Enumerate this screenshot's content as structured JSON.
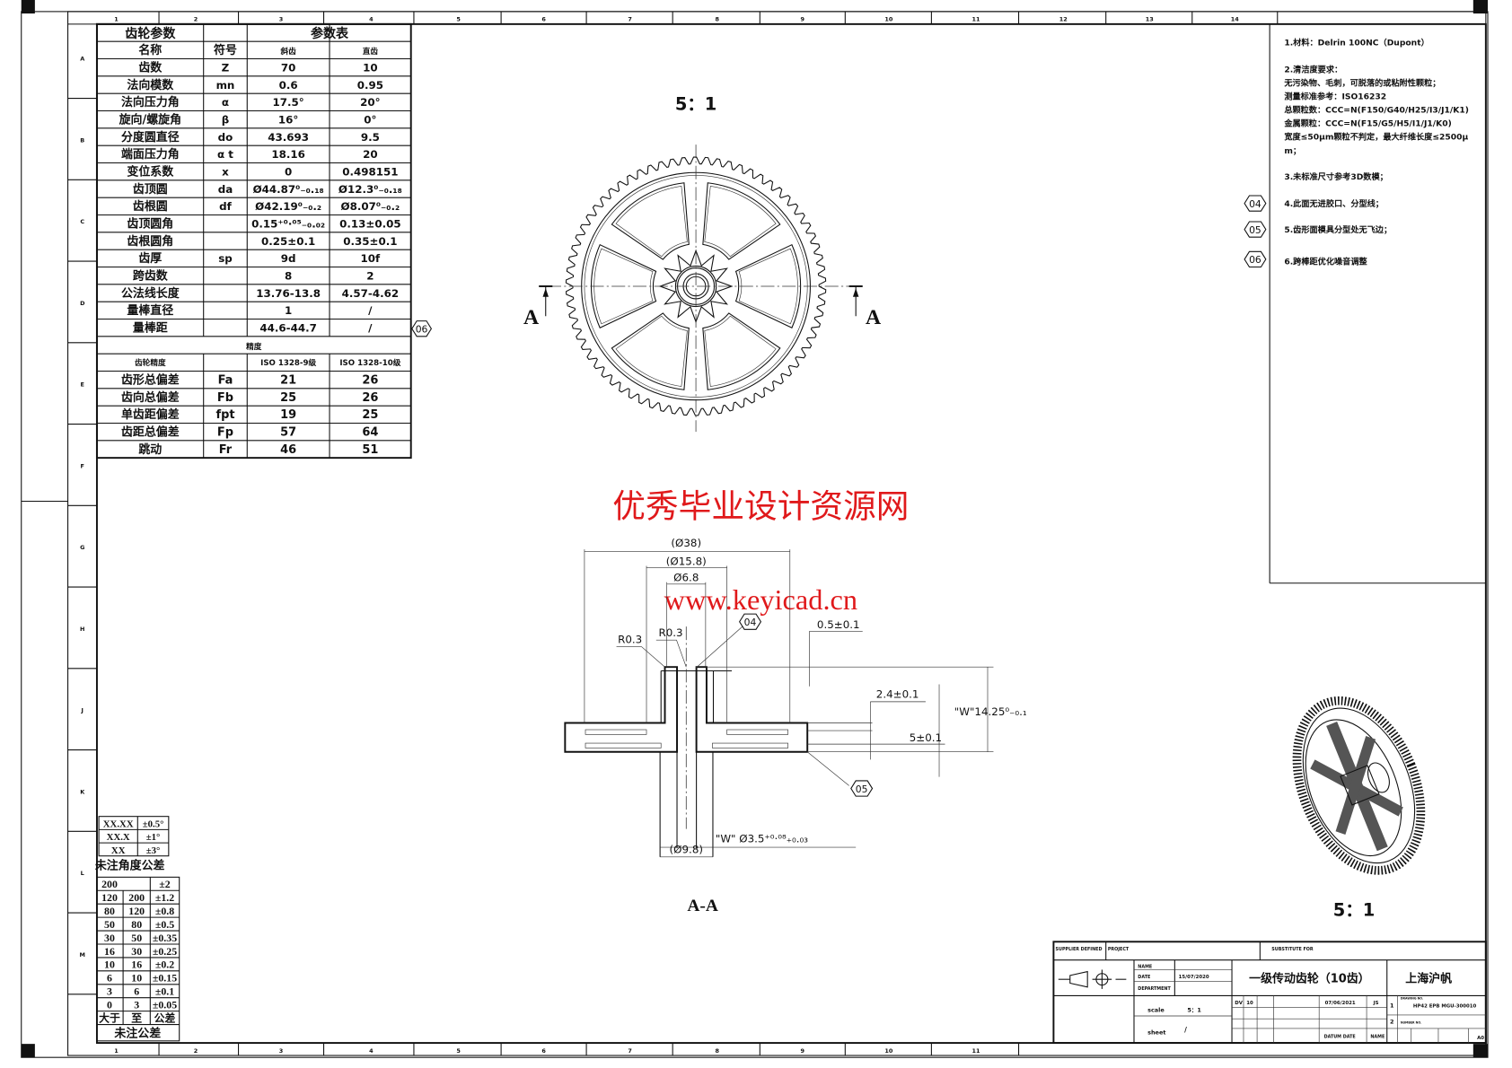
{
  "zones": {
    "columns": [
      "1",
      "2",
      "3",
      "4",
      "5",
      "6",
      "7",
      "8",
      "9",
      "10",
      "11",
      "12",
      "13",
      "14"
    ],
    "bottom_columns": [
      "1",
      "2",
      "3",
      "4",
      "5",
      "6",
      "7",
      "8",
      "9",
      "10",
      "11"
    ],
    "rows": [
      "A",
      "B",
      "C",
      "D",
      "E",
      "F",
      "G",
      "H",
      "J",
      "K",
      "L",
      "M"
    ]
  },
  "gear_table": {
    "title": "齿轮参数",
    "param_header": "参数表",
    "columns": [
      "名称",
      "符号",
      "斜齿",
      "直齿"
    ],
    "rows": [
      [
        "齿数",
        "Z",
        "70",
        "10"
      ],
      [
        "法向模数",
        "mn",
        "0.6",
        "0.95"
      ],
      [
        "法向压力角",
        "α",
        "17.5°",
        "20°"
      ],
      [
        "旋向/螺旋角",
        "β",
        "16°",
        "0°"
      ],
      [
        "分度圆直径",
        "do",
        "43.693",
        "9.5"
      ],
      [
        "端面压力角",
        "α t",
        "18.16",
        "20"
      ],
      [
        "变位系数",
        "x",
        "0",
        "0.498151"
      ],
      [
        "齿顶圆",
        "da",
        "Ø44.87⁰₋₀.₁₈",
        "Ø12.3⁰₋₀.₁₈"
      ],
      [
        "齿根圆",
        "df",
        "Ø42.19⁰₋₀.₂",
        "Ø8.07⁰₋₀.₂"
      ],
      [
        "齿顶圆角",
        "",
        "0.15⁺⁰·⁰⁵₋₀.₀₂",
        "0.13±0.05"
      ],
      [
        "齿根圆角",
        "",
        "0.25±0.1",
        "0.35±0.1"
      ],
      [
        "齿厚",
        "sp",
        "9d",
        "10f"
      ],
      [
        "跨齿数",
        "",
        "8",
        "2"
      ],
      [
        "公法线长度",
        "",
        "13.76-13.8",
        "4.57-4.62"
      ],
      [
        "量棒直径",
        "",
        "1",
        "/"
      ],
      [
        "量棒距",
        "",
        "44.6-44.7",
        "/"
      ]
    ],
    "precision_title": "精度",
    "precision_header": [
      "齿轮精度",
      "ISO 1328-9级",
      "ISO 1328-10级"
    ],
    "precision_rows": [
      [
        "齿形总偏差",
        "Fa",
        "21",
        "26"
      ],
      [
        "齿向总偏差",
        "Fb",
        "25",
        "26"
      ],
      [
        "单齿距偏差",
        "fpt",
        "19",
        "25"
      ],
      [
        "齿距总偏差",
        "Fp",
        "57",
        "64"
      ],
      [
        "跳动",
        "Fr",
        "46",
        "51"
      ]
    ]
  },
  "angle_tolerance": {
    "rows": [
      [
        "XX.XX",
        "±0.5°"
      ],
      [
        "XX.X",
        "±1°"
      ],
      [
        "XX",
        "±3°"
      ]
    ],
    "title": "未注角度公差"
  },
  "linear_tolerance": {
    "rows": [
      [
        "200",
        "",
        "±2"
      ],
      [
        "120",
        "200",
        "±1.2"
      ],
      [
        "80",
        "120",
        "±0.8"
      ],
      [
        "50",
        "80",
        "±0.5"
      ],
      [
        "30",
        "50",
        "±0.35"
      ],
      [
        "16",
        "30",
        "±0.25"
      ],
      [
        "10",
        "16",
        "±0.2"
      ],
      [
        "6",
        "10",
        "±0.15"
      ],
      [
        "3",
        "6",
        "±0.1"
      ],
      [
        "0",
        "3",
        "±0.05"
      ],
      [
        "大于",
        "至",
        "公差"
      ]
    ],
    "title": "未注公差"
  },
  "notes": [
    "1.材料：Delrin 100NC（Dupont）",
    "2.清洁度要求：",
    "无污染物、毛刺，可脱落的或粘附性颗粒；",
    "测量标准参考：ISO16232",
    "总颗粒数：CCC=N(F150/G40/H25/I3/J1/K1)",
    "金属颗粒：CCC=N(F15/G5/H5/I1/J1/K0)",
    "宽度≤50μm颗粒不判定，最大纤维长度≤2500μ",
    "m；",
    "3.未标准尺寸参考3D数模；",
    "4.此面无进胶口、分型线；",
    "5.齿形面模具分型处无飞边；",
    "6.跨棒距优化噪音调整"
  ],
  "balloons": {
    "b04": "04",
    "b05": "05",
    "b06": "06"
  },
  "views": {
    "top_scale": "5：1",
    "section_mark": "A",
    "section_label": "A-A",
    "iso_scale": "5：1"
  },
  "dimensions": {
    "d38": "(Ø38)",
    "d15_8": "(Ø15.8)",
    "d6_8": "Ø6.8",
    "r1": "R0.3",
    "r2": "R0.3",
    "t05": "0.5±0.1",
    "t24": "2.4±0.1",
    "h1425": "\"W\"14.25⁰₋₀.₁",
    "h5": "5±0.1",
    "d3_5": "\"W\" Ø3.5⁺⁰·⁰⁸₊₀.₀₃",
    "d9_8": "(Ø9.8)"
  },
  "watermark": {
    "line1": "优秀毕业设计资源网",
    "line2": "www.keyicad.cn",
    "color": "#e0191b"
  },
  "title_block": {
    "supplier": "SUPPLIER DEFINED",
    "project": "PROJECT",
    "substitute": "SUBSTITUTE FOR",
    "name_label": "NAME",
    "date_label": "DATE",
    "date": "15/07/2020",
    "department_label": "DEPARTMENT",
    "title": "一级传动齿轮（10齿）",
    "company": "上海沪帆",
    "scale_label": "scale",
    "scale": "5：1",
    "sheet_label": "sheet",
    "sheet": "/",
    "rev_code": "DV",
    "rev_num": "10",
    "rev_date": "07/06/2021",
    "rev_by": "JS",
    "datum_date": "DATUM DATE",
    "datum_name": "NAME",
    "row1": "1",
    "row2": "2",
    "drawing_no_label": "DRAWING NO.",
    "drawing_no": "HP42 EPB MGU-300010",
    "number_label": "NUMBER NO.",
    "size": "A0"
  }
}
